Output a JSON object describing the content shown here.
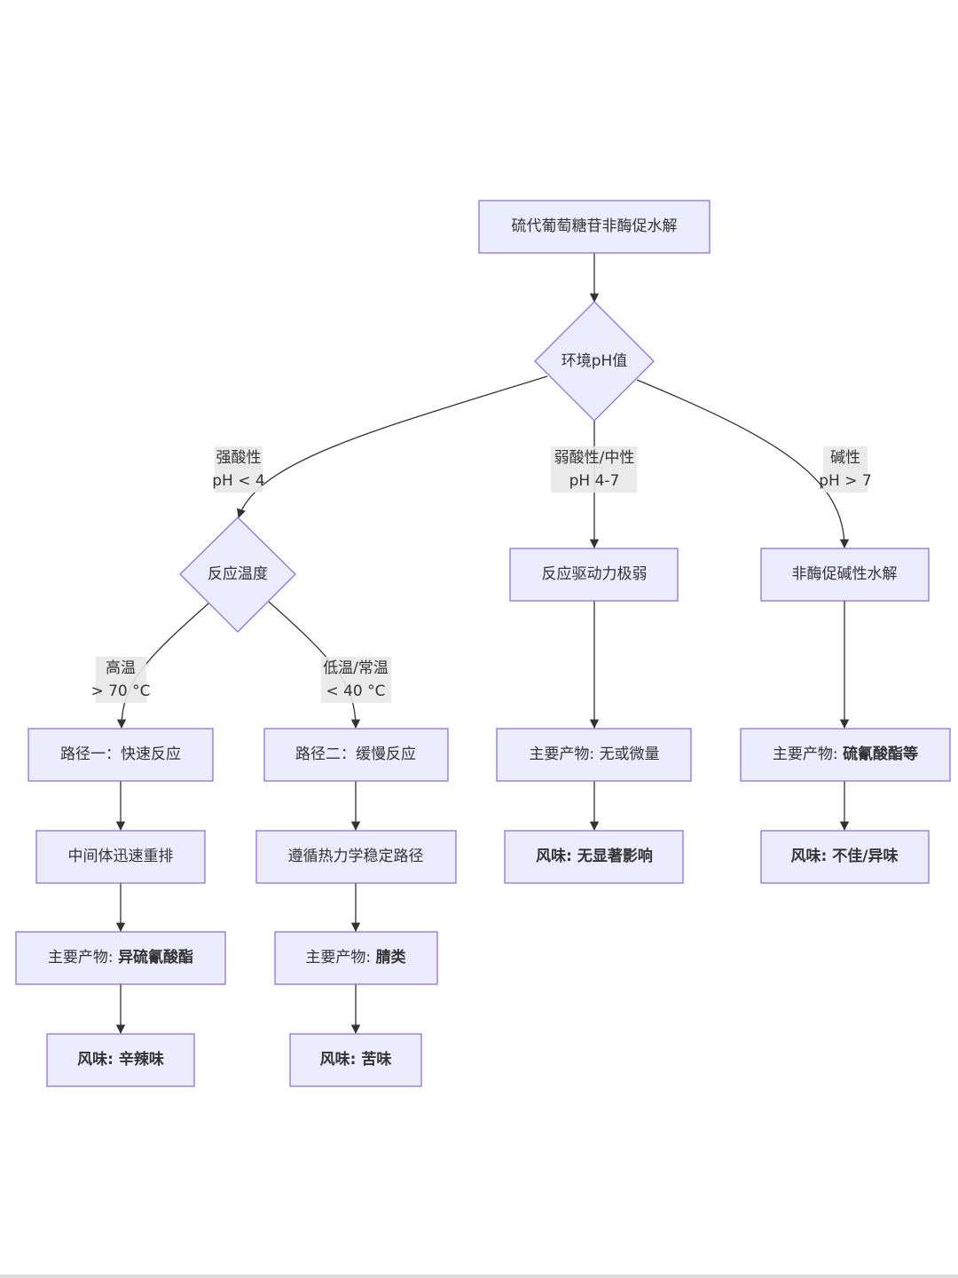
{
  "nodes": {
    "root": "硫代葡萄糖苷非酶促水解",
    "ph_decision": "环境pH值",
    "temp_decision": "反应温度",
    "weak_drive": "反应驱动力极弱",
    "alkaline_hydrolysis": "非酶促碱性水解",
    "path1": "路径一：快速反应",
    "path2": "路径二：缓慢反应",
    "mid_product_prefix": "主要产物: ",
    "mid_product_value": "无或微量",
    "alk_product_prefix": "主要产物: ",
    "alk_product_value": "硫氰酸酯等",
    "intermediate": "中间体迅速重排",
    "thermo": "遵循热力学稳定路径",
    "mid_flavor": "风味: 无显著影响",
    "alk_flavor": "风味: 不佳/异味",
    "p1_product_prefix": "主要产物: ",
    "p1_product_value": "异硫氰酸酯",
    "p2_product_prefix": "主要产物: ",
    "p2_product_value": "腈类",
    "p1_flavor": "风味: 辛辣味",
    "p2_flavor": "风味: 苦味"
  },
  "edge_labels": {
    "strong_acid": [
      "强酸性",
      "pH < 4"
    ],
    "weak_acid": [
      "弱酸性/中性",
      "pH 4-7"
    ],
    "alkaline": [
      "碱性",
      "pH > 7"
    ],
    "high_temp": [
      "高温",
      "> 70 °C"
    ],
    "low_temp": [
      "低温/常温",
      "< 40 °C"
    ]
  },
  "colors": {
    "node_fill": "#ECECFF",
    "node_stroke": "#9370DB",
    "edge": "#333333",
    "label_bg": "#E8E8E8"
  }
}
